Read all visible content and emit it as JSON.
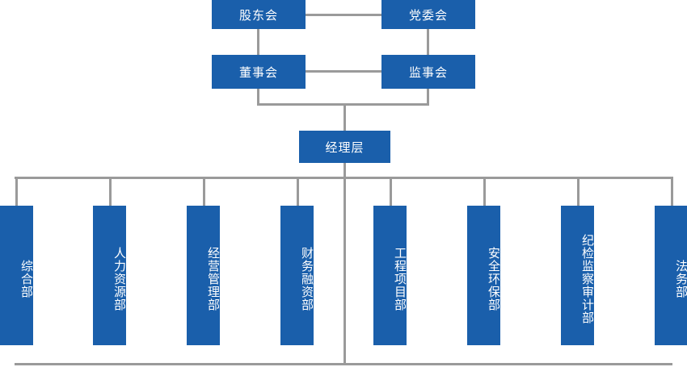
{
  "chart_data": {
    "type": "diagram",
    "subtype": "organization-chart",
    "title": "",
    "orientation": "top-down",
    "accent_color": "#1A5FAB",
    "connector_color": "#9A9A9A",
    "background_color": "#FFFFFF",
    "text_color": "#FFFFFF",
    "levels": [
      {
        "level": 1,
        "nodes": [
          "股东会",
          "党委会"
        ]
      },
      {
        "level": 2,
        "nodes": [
          "董事会",
          "监事会"
        ]
      },
      {
        "level": 3,
        "nodes": [
          "经理层"
        ]
      },
      {
        "level": 4,
        "nodes": [
          "综合部",
          "人力资源部",
          "经营管理部",
          "财务融资部",
          "工程项目部",
          "安全环保部",
          "纪检监察审计部",
          "法务部"
        ]
      }
    ],
    "edges": [
      {
        "from": "股东会",
        "to": "党委会",
        "style": "horizontal"
      },
      {
        "from": "股东会",
        "to": "董事会",
        "style": "vertical"
      },
      {
        "from": "党委会",
        "to": "监事会",
        "style": "vertical"
      },
      {
        "from": "董事会",
        "to": "监事会",
        "style": "horizontal"
      },
      {
        "from": "董事会",
        "to": "经理层",
        "style": "elbow"
      },
      {
        "from": "监事会",
        "to": "经理层",
        "style": "elbow"
      },
      {
        "from": "经理层",
        "to": "综合部",
        "style": "elbow"
      },
      {
        "from": "经理层",
        "to": "人力资源部",
        "style": "elbow"
      },
      {
        "from": "经理层",
        "to": "经营管理部",
        "style": "elbow"
      },
      {
        "from": "经理层",
        "to": "财务融资部",
        "style": "elbow"
      },
      {
        "from": "经理层",
        "to": "工程项目部",
        "style": "elbow"
      },
      {
        "from": "经理层",
        "to": "安全环保部",
        "style": "elbow"
      },
      {
        "from": "经理层",
        "to": "纪检监察审计部",
        "style": "elbow"
      },
      {
        "from": "经理层",
        "to": "法务部",
        "style": "elbow"
      }
    ]
  },
  "nodes": {
    "shareholders_meeting": "股东会",
    "party_committee": "党委会",
    "board_of_directors": "董事会",
    "board_of_supervisors": "监事会",
    "management_layer": "经理层"
  },
  "departments": [
    {
      "label": "综合部"
    },
    {
      "label": "人力资源部"
    },
    {
      "label": "经营管理部"
    },
    {
      "label": "财务融资部"
    },
    {
      "label": "工程项目部"
    },
    {
      "label": "安全环保部"
    },
    {
      "label": "纪检监察审计部"
    },
    {
      "label": "法务部"
    }
  ]
}
